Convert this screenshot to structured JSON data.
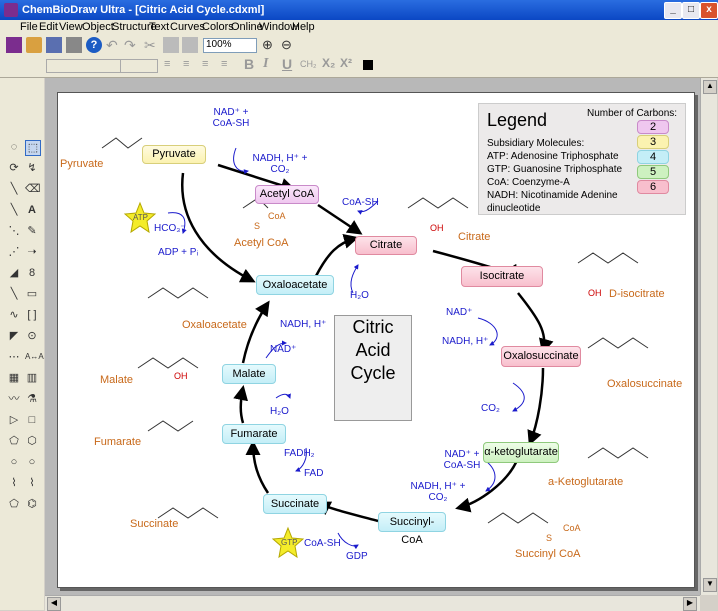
{
  "window": {
    "title": "ChemBioDraw Ultra - [Citric Acid Cycle.cdxml]",
    "min_label": "_",
    "max_label": "□",
    "close_label": "x"
  },
  "menu": [
    "File",
    "Edit",
    "View",
    "Object",
    "Structure",
    "Text",
    "Curves",
    "Colors",
    "Online",
    "Window",
    "Help"
  ],
  "toolbar": {
    "zoom_value": "100%",
    "text_buttons": [
      "B",
      "I",
      "U",
      "CH₂",
      "X₂",
      "X²"
    ]
  },
  "legend": {
    "title": "Legend",
    "carbons_header": "Number of Carbons:",
    "subsidiary_header": "Subsidiary Molecules:",
    "lines": [
      "ATP: Adenosine Triphosphate",
      "GTP: Guanosine Triphosphate",
      "CoA: Coenzyme-A",
      "NADH: Nicotinamide Adenine",
      "dinucleotide"
    ],
    "carbons": [
      "2",
      "3",
      "4",
      "5",
      "6"
    ],
    "carbon_colors": [
      "#efc7ef",
      "#fbf2b0",
      "#c4eef7",
      "#cdf1c0",
      "#f8bfcd"
    ]
  },
  "center_label": [
    "Citric",
    "Acid",
    "Cycle"
  ],
  "metabolites": {
    "pyruvate": "Pyruvate",
    "acetyl_coa": "Acetyl CoA",
    "citrate": "Citrate",
    "isocitrate": "Isocitrate",
    "oxalosuccinate": "Oxalosuccinate",
    "a_ketoglutarate": "α-ketoglutarate",
    "succinyl_coa": "Succinyl-CoA",
    "succinate": "Succinate",
    "fumarate": "Fumarate",
    "malate": "Malate",
    "oxaloacetate": "Oxaloacetate"
  },
  "structure_labels": {
    "pyruvate": "Pyruvate",
    "acetyl_coa": "Acetyl CoA",
    "citrate": "Citrate",
    "d_isocitrate": "D-isocitrate",
    "oxalosuccinate": "Oxalosuccinate",
    "a_ketoglutarate": "a-Ketoglutarate",
    "succinyl_coa": "Succinyl CoA",
    "succinate": "Succinate",
    "fumarate": "Fumarate",
    "malate": "Malate",
    "oxaloacetate": "Oxaloacetate"
  },
  "cofactors": {
    "nad_coa": "NAD⁺ + CoA-SH",
    "nadh_co2_top": "NADH, H⁺ + CO₂",
    "coa_sh_top": "CoA-SH",
    "h2o_citrate": "H₂O",
    "atp": "ATP",
    "hco3": "HCO₃⁻",
    "adp_pi": "ADP + Pᵢ",
    "nad_iso": "NAD⁺",
    "nadh_iso": "NADH, H⁺",
    "co2_oxalo": "CO₂",
    "nad_coa_akg": "NAD⁺ + CoA-SH",
    "nadh_co2_akg": "NADH, H⁺ + CO₂",
    "gtp": "GTP",
    "coa_sh_succ": "CoA-SH",
    "gdp": "GDP",
    "fadh2": "FADH₂",
    "fad": "FAD",
    "h2o_fum": "H₂O",
    "nad_mal": "NAD⁺",
    "nadh_mal": "NADH, H⁺",
    "coa_label_1": "CoA",
    "coa_label_2": "CoA",
    "s_label_1": "S",
    "s_label_2": "S",
    "oh_label_1": "OH",
    "oh_label_2": "OH",
    "oh_label_3": "OH"
  }
}
